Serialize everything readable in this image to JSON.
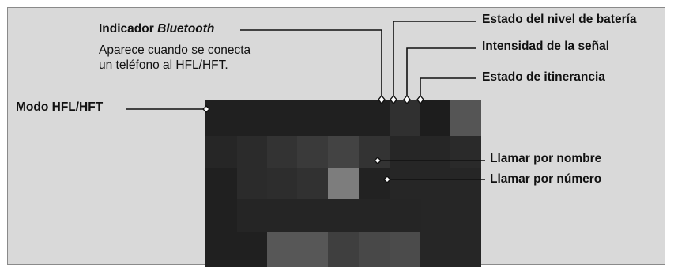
{
  "diagram": {
    "labels": {
      "bluetooth_indicator_prefix": "Indicador ",
      "bluetooth_indicator_word": "Bluetooth",
      "bluetooth_description_line1": "Aparece cuando se conecta",
      "bluetooth_description_line2": "un teléfono al HFL/HFT.",
      "battery_status": "Estado del nivel de batería",
      "signal_strength": "Intensidad de la señal",
      "roaming_status": "Estado de itinerancia",
      "hfl_mode": "Modo HFL/HFT",
      "call_by_name": "Llamar por nombre",
      "call_by_number": "Llamar por número"
    },
    "colors": {
      "frame_background": "#d9d9d9",
      "frame_border": "#8a8a8a",
      "screen_base": "#202020",
      "callout_line": "#111111",
      "marker_fill": "#ffffff"
    }
  }
}
